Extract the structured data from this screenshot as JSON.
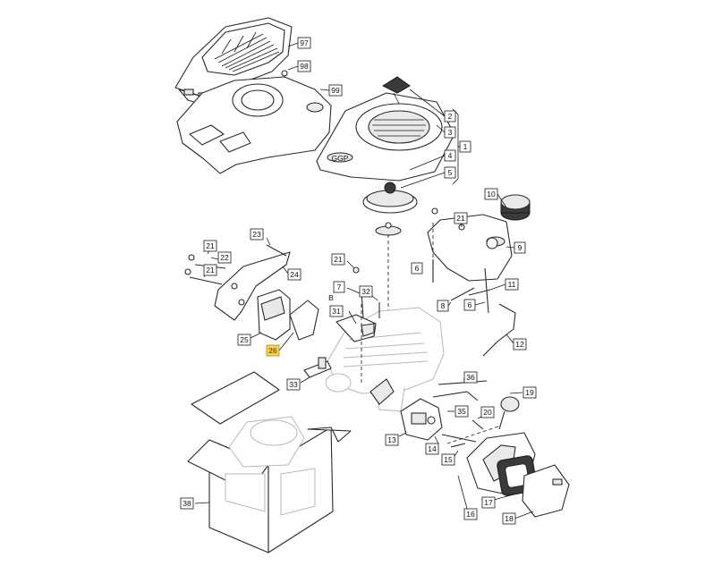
{
  "diagram": {
    "type": "exploded-parts-diagram",
    "highlight_color": "#f2d45a",
    "highlighted_callout": "26",
    "callouts": [
      {
        "id": "c97",
        "label": "97",
        "highlighted": false
      },
      {
        "id": "c98",
        "label": "98",
        "highlighted": false
      },
      {
        "id": "c99",
        "label": "99",
        "highlighted": false
      },
      {
        "id": "c2",
        "label": "2",
        "highlighted": false
      },
      {
        "id": "c1",
        "label": "1",
        "highlighted": false
      },
      {
        "id": "c3",
        "label": "3",
        "highlighted": false
      },
      {
        "id": "c4",
        "label": "4",
        "highlighted": false
      },
      {
        "id": "c5",
        "label": "5",
        "highlighted": false
      },
      {
        "id": "c10",
        "label": "10",
        "highlighted": false
      },
      {
        "id": "c21a",
        "label": "21",
        "highlighted": false
      },
      {
        "id": "c9",
        "label": "9",
        "highlighted": false
      },
      {
        "id": "c6a",
        "label": "6",
        "highlighted": false
      },
      {
        "id": "c11",
        "label": "11",
        "highlighted": false
      },
      {
        "id": "c8",
        "label": "8",
        "highlighted": false
      },
      {
        "id": "c6b",
        "label": "6",
        "highlighted": false
      },
      {
        "id": "c12",
        "label": "12",
        "highlighted": false
      },
      {
        "id": "c23",
        "label": "23",
        "highlighted": false
      },
      {
        "id": "c21b",
        "label": "21",
        "highlighted": false
      },
      {
        "id": "c22",
        "label": "22",
        "highlighted": false
      },
      {
        "id": "c21c",
        "label": "21",
        "highlighted": false
      },
      {
        "id": "c24",
        "label": "24",
        "highlighted": false
      },
      {
        "id": "c21d",
        "label": "21",
        "highlighted": false
      },
      {
        "id": "c7",
        "label": "7",
        "highlighted": false
      },
      {
        "id": "c32",
        "label": "32",
        "highlighted": false
      },
      {
        "id": "c31",
        "label": "31",
        "highlighted": false
      },
      {
        "id": "c25",
        "label": "25",
        "highlighted": false
      },
      {
        "id": "c26",
        "label": "26",
        "highlighted": true
      },
      {
        "id": "c33",
        "label": "33",
        "highlighted": false
      },
      {
        "id": "c36",
        "label": "36",
        "highlighted": false
      },
      {
        "id": "c19",
        "label": "19",
        "highlighted": false
      },
      {
        "id": "c35",
        "label": "35",
        "highlighted": false
      },
      {
        "id": "c20",
        "label": "20",
        "highlighted": false
      },
      {
        "id": "c13",
        "label": "13",
        "highlighted": false
      },
      {
        "id": "c14",
        "label": "14",
        "highlighted": false
      },
      {
        "id": "c15",
        "label": "15",
        "highlighted": false
      },
      {
        "id": "c17",
        "label": "17",
        "highlighted": false
      },
      {
        "id": "c16",
        "label": "16",
        "highlighted": false
      },
      {
        "id": "c18",
        "label": "18",
        "highlighted": false
      },
      {
        "id": "c38",
        "label": "38",
        "highlighted": false
      }
    ],
    "small_labels": {
      "b_marker": "B",
      "cover_logo": "GGP"
    }
  }
}
